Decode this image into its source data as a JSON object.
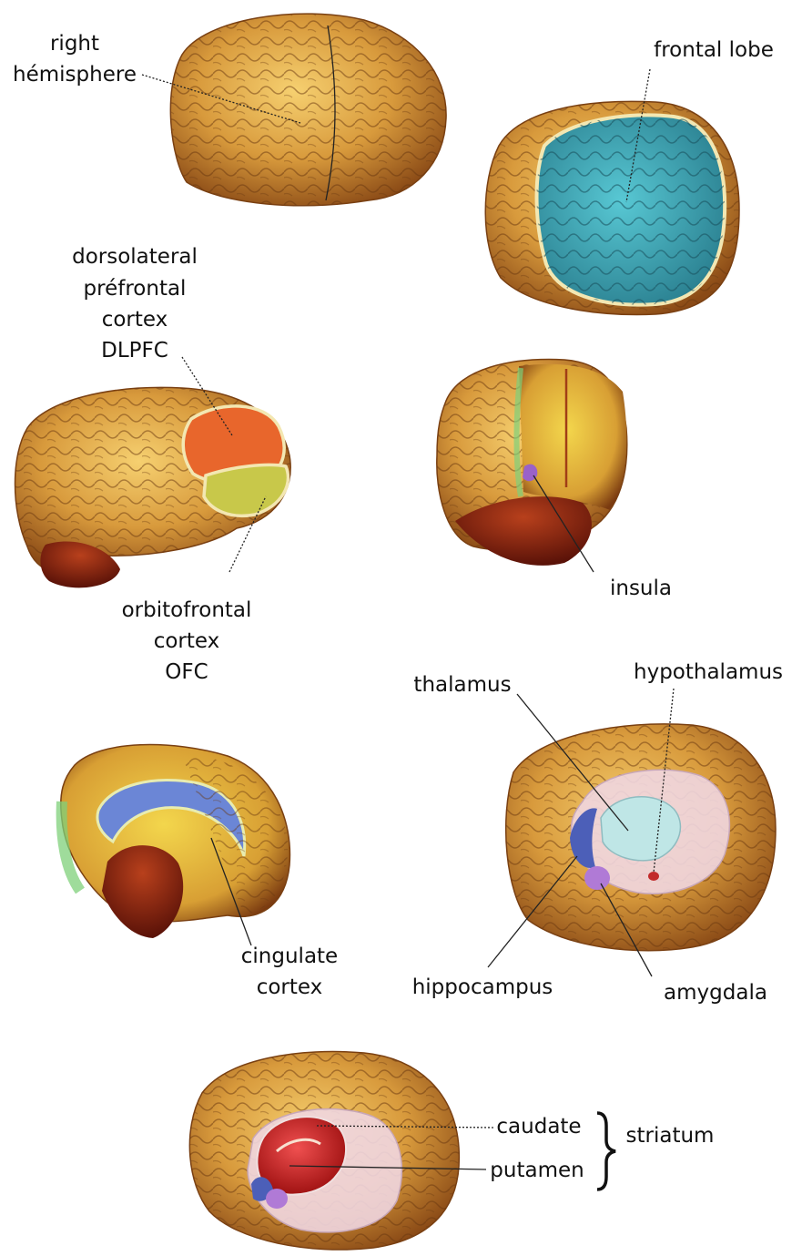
{
  "labels": {
    "right_hemisphere": [
      "right",
      "hémisphere"
    ],
    "frontal_lobe": "frontal lobe",
    "dlpfc": [
      "dorsolateral",
      "préfrontal",
      "cortex",
      "DLPFC"
    ],
    "ofc": [
      "orbitofrontal",
      "cortex",
      "OFC"
    ],
    "insula": "insula",
    "thalamus": "thalamus",
    "hypothalamus": "hypothalamus",
    "cingulate": [
      "cingulate",
      "cortex"
    ],
    "hippocampus": "hippocampus",
    "amygdala": "amygdala",
    "caudate": "caudate",
    "putamen": "putamen",
    "striatum": "striatum"
  },
  "colors": {
    "brain": "#c98a2e",
    "frontal_lobe": "#3fa6b6",
    "dlpfc": "#e8662c",
    "ofc": "#c8c84a",
    "insula": "#9a62c8",
    "cingulate": "#6b86d6",
    "thalamus": "#bfe6e6",
    "hippocampus": "#4c5fb8",
    "amygdala": "#b07ad6",
    "caudate": "#d42a2a",
    "limbic_overlay": "#efd6e0"
  }
}
